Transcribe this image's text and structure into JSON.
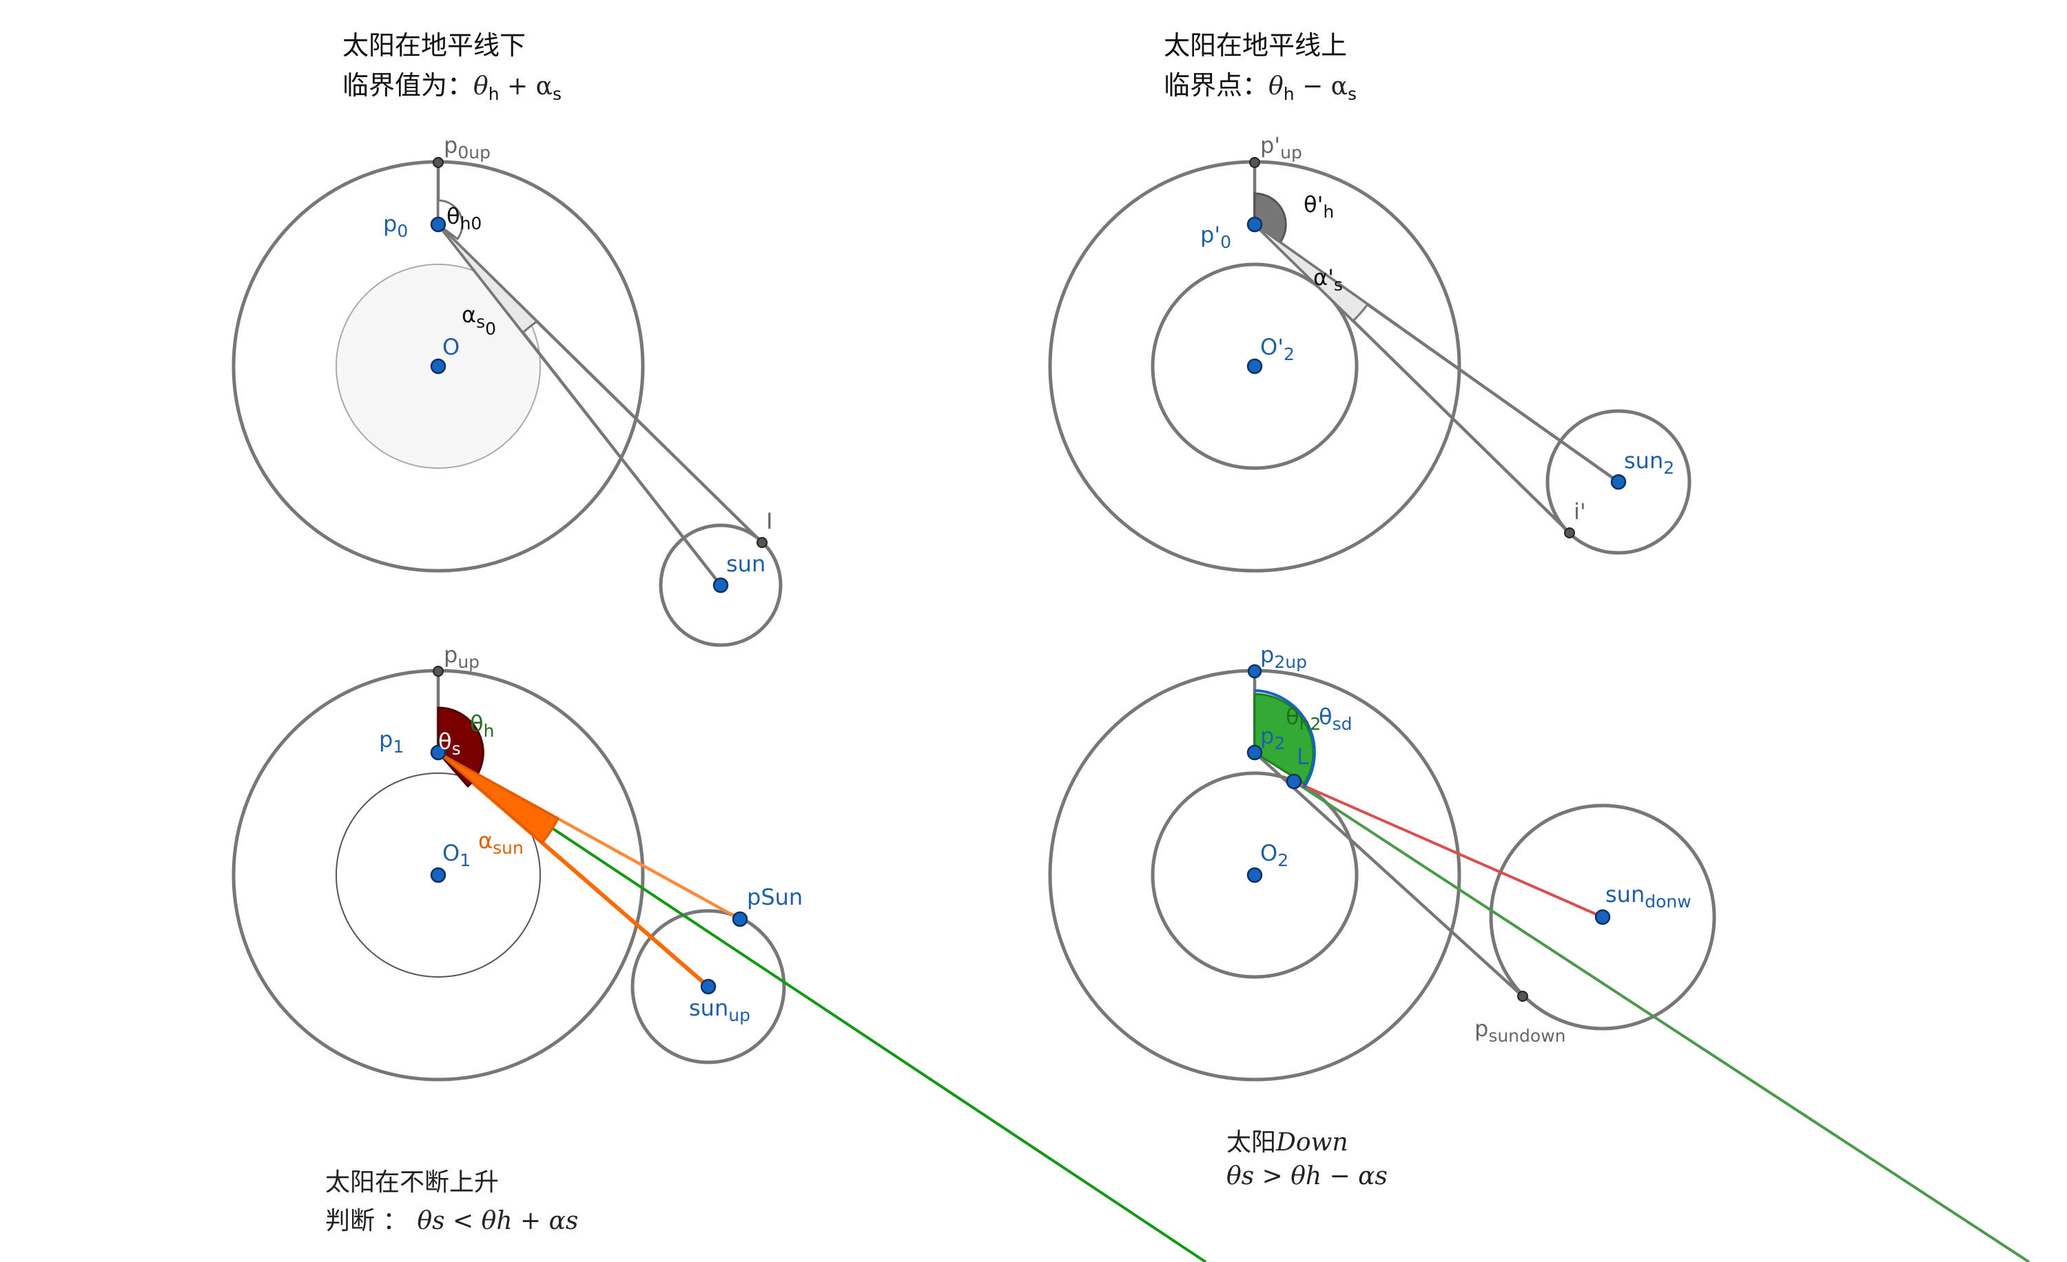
{
  "panel_top_left": {
    "title_line1": "太阳在地平线下",
    "title_line2_prefix": "临界值为：",
    "title_line2_math": "θ",
    "title_line2_sub_h": "h",
    "title_line2_op": " + α",
    "title_line2_sub_s": "s",
    "labels": {
      "p0up_main": "p",
      "p0up_sub": "0up",
      "p0_main": "p",
      "p0_sub": "0",
      "theta_h0_main": "θ",
      "theta_h0_sub": "h0",
      "alpha_s0_main": "α",
      "alpha_s0_sub": "s",
      "alpha_s0_subsub": "0",
      "O": "O",
      "I": "I",
      "sun": "sun"
    }
  },
  "panel_top_right": {
    "title_line1": "太阳在地平线上",
    "title_line2_prefix": "临界点：",
    "title_line2_math": "θ",
    "title_line2_sub_h": "h",
    "title_line2_op": " − α",
    "title_line2_sub_s": "s",
    "labels": {
      "pup_main": "p'",
      "pup_sub": "up",
      "p0_main": "p'",
      "p0_sub": "0",
      "theta_h_main": "θ'",
      "theta_h_sub": "h",
      "alpha_s_main": "α'",
      "alpha_s_sub": "s",
      "O2_main": "O'",
      "O2_sub": "2",
      "sun2_main": "sun",
      "sun2_sub": "2",
      "i": "i'"
    }
  },
  "panel_bottom_left": {
    "labels": {
      "pup_main": "p",
      "pup_sub": "up",
      "p1_main": "p",
      "p1_sub": "1",
      "theta_h_main": "θ",
      "theta_h_sub": "h",
      "theta_s_main": "θ",
      "theta_s_sub": "s",
      "alpha_sun_main": "α",
      "alpha_sun_sub": "sun",
      "O1_main": "O",
      "O1_sub": "1",
      "pSun": "pSun",
      "sunup_main": "sun",
      "sunup_sub": "up"
    },
    "caption_line1": "太阳在不断上升",
    "caption_line2_prefix": "判断 ：",
    "caption_line2_math": "θs < θh + αs"
  },
  "panel_bottom_right": {
    "labels": {
      "p2up_main": "p",
      "p2up_sub": "2up",
      "p2_main": "p",
      "p2_sub": "2",
      "theta_h2_main": "θ",
      "theta_h2_sub": "h2",
      "theta_sd_main": "θ",
      "theta_sd_sub": "sd",
      "L": "L",
      "O2_main": "O",
      "O2_sub": "2",
      "sundown_main": "sun",
      "sundown_sub": "donw",
      "psundown_main": "p",
      "psundown_sub": "sundown"
    },
    "caption_line1_cn": "太阳",
    "caption_line1_math": "Down",
    "caption_line2_math": "θs > θh − αs"
  },
  "colors": {
    "circle": "#777777",
    "point_blue": "#1565c0",
    "dark_red": "#7a0000",
    "orange": "#ff6a00",
    "green": "#119911",
    "red": "#d94f4f",
    "blue_arc": "#1565c0"
  }
}
